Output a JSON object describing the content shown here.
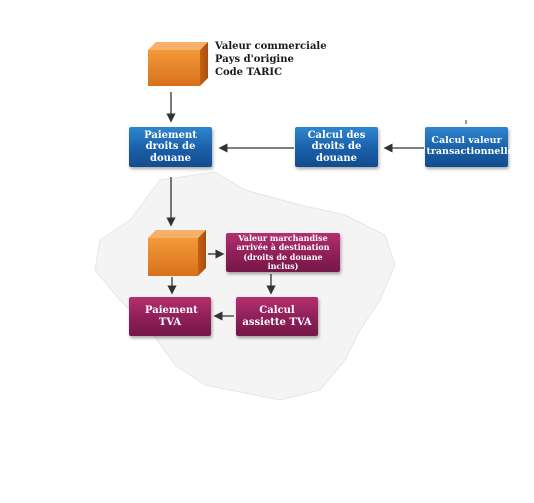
{
  "cube_labels": {
    "line1": "Valeur commerciale",
    "line2": "Pays d'origine",
    "line3": "Code TARIC"
  },
  "boxes": {
    "paiement_droits": "Paiement droits de douane",
    "calcul_droits": "Calcul des droits de douane",
    "calcul_valeur": "Calcul valeur transactionnelle",
    "valeur_marchandise": "Valeur marchandise arrivée à destination (droits de douane inclus)",
    "paiement_tva": "Paiement TVA",
    "calcul_assiette": "Calcul assiette TVA"
  },
  "colors": {
    "blue": "#1a5fa8",
    "purple": "#8e1f58",
    "cube": "#e8862a",
    "arrow": "#333333"
  }
}
